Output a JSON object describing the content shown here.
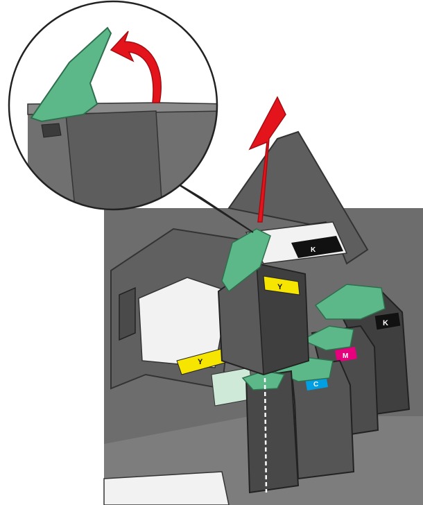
{
  "colors": {
    "background": "#ffffff",
    "printer_body": "#6d6d6d",
    "printer_shadow": "#4a4a4a",
    "cartridge": "#5a5a5a",
    "cartridge_dark": "#3f3f3f",
    "tab_green": "#5cb888",
    "arrow_red": "#e3141c",
    "yellow": "#f6e500",
    "magenta": "#e6007e",
    "cyan": "#009fe3",
    "black": "#111111",
    "paper": "#f2f2f2",
    "pale_green": "#cfe9d8"
  },
  "icons": {
    "lift_arrow": "arrow-up-icon",
    "flip_arrow": "curved-arrow-icon"
  },
  "labels": {
    "removed_cartridge": "Y",
    "yellow_slot": "Y",
    "magenta_slot": "M",
    "cyan_slot": "C",
    "black_slot": "K",
    "back_black_slot": "K"
  }
}
